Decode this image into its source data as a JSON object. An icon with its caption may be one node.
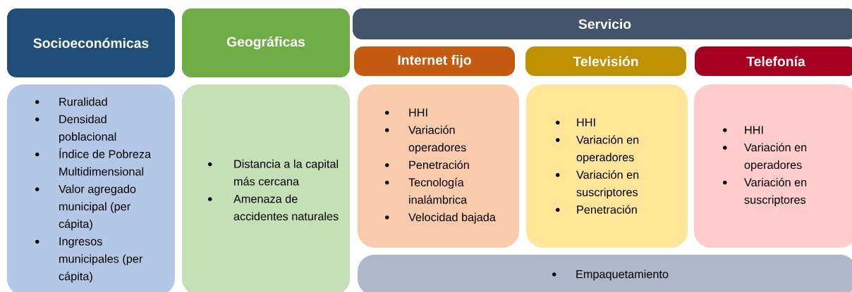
{
  "diagram": {
    "nodes": [
      {
        "text": [
          "Socioeconómicas"
        ]
      },
      {
        "text": [
          "Geográficas"
        ]
      },
      {
        "text": [
          "Servicio"
        ]
      },
      {
        "text": [
          "Internet fijo"
        ]
      },
      {
        "text": [
          "Televisión"
        ]
      },
      {
        "text": [
          "Telefonía"
        ]
      },
      {
        "text": [
          "Ruralidad",
          "Densidad poblacional",
          "Índice de Pobreza Multidimensional",
          "Valor agregado municipal (per cápita)",
          "Ingresos municipales (per cápita)"
        ]
      },
      {
        "text": [
          "Distancia a la capital más cercana",
          "Amenaza de accidentes naturales"
        ]
      },
      {
        "text": [
          "HHI",
          "Variación operadores",
          "Penetración",
          "Tecnología inalámbrica",
          "Velocidad bajada"
        ]
      },
      {
        "text": [
          "HHI",
          "Variación en operadores",
          "Variación en suscriptores",
          "Penetración"
        ]
      },
      {
        "text": [
          "HHI",
          "Variación en operadores",
          "Variación en suscriptores"
        ]
      },
      {
        "text": [
          "Empaquetamiento"
        ]
      }
    ]
  }
}
